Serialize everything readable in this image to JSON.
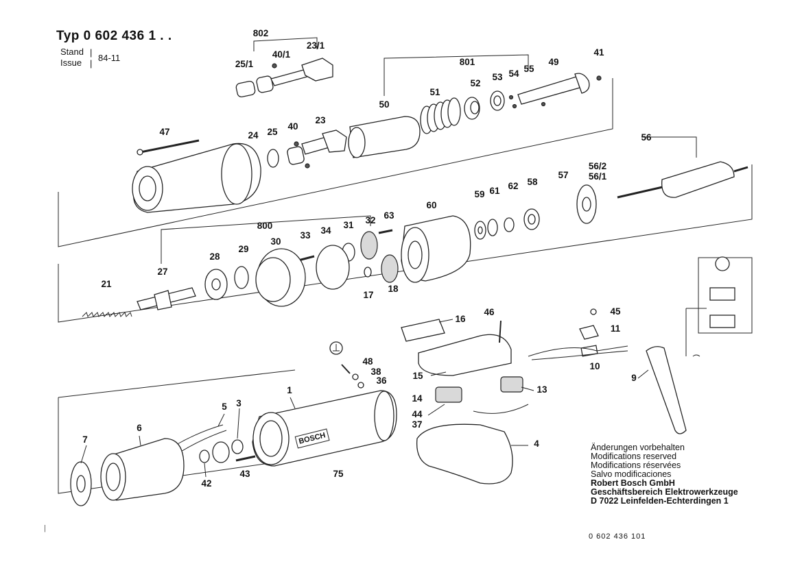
{
  "header": {
    "type_label": "Typ 0 602 436 1 . .",
    "stand_label": "Stand",
    "issue_label": "Issue",
    "date": "84-11",
    "separator": "|"
  },
  "part_numbers": [
    {
      "id": "802",
      "text": "802"
    },
    {
      "id": "23/1",
      "text": "23/1"
    },
    {
      "id": "40/1",
      "text": "40/1"
    },
    {
      "id": "25/1",
      "text": "25/1"
    },
    {
      "id": "801",
      "text": "801"
    },
    {
      "id": "41",
      "text": "41"
    },
    {
      "id": "49",
      "text": "49"
    },
    {
      "id": "54",
      "text": "54"
    },
    {
      "id": "55",
      "text": "55"
    },
    {
      "id": "53",
      "text": "53"
    },
    {
      "id": "52",
      "text": "52"
    },
    {
      "id": "51",
      "text": "51"
    },
    {
      "id": "50",
      "text": "50"
    },
    {
      "id": "47",
      "text": "47"
    },
    {
      "id": "24",
      "text": "24"
    },
    {
      "id": "25",
      "text": "25"
    },
    {
      "id": "40",
      "text": "40"
    },
    {
      "id": "23",
      "text": "23"
    },
    {
      "id": "56",
      "text": "56"
    },
    {
      "id": "56/2",
      "text": "56/2"
    },
    {
      "id": "56/1",
      "text": "56/1"
    },
    {
      "id": "57",
      "text": "57"
    },
    {
      "id": "58",
      "text": "58"
    },
    {
      "id": "62",
      "text": "62"
    },
    {
      "id": "61",
      "text": "61"
    },
    {
      "id": "59",
      "text": "59"
    },
    {
      "id": "60",
      "text": "60"
    },
    {
      "id": "63",
      "text": "63"
    },
    {
      "id": "32",
      "text": "32"
    },
    {
      "id": "31",
      "text": "31"
    },
    {
      "id": "34",
      "text": "34"
    },
    {
      "id": "33",
      "text": "33"
    },
    {
      "id": "800",
      "text": "800"
    },
    {
      "id": "30",
      "text": "30"
    },
    {
      "id": "29",
      "text": "29"
    },
    {
      "id": "28",
      "text": "28"
    },
    {
      "id": "27",
      "text": "27"
    },
    {
      "id": "21",
      "text": "21"
    },
    {
      "id": "17",
      "text": "17"
    },
    {
      "id": "18",
      "text": "18"
    },
    {
      "id": "16",
      "text": "16"
    },
    {
      "id": "46",
      "text": "46"
    },
    {
      "id": "45",
      "text": "45"
    },
    {
      "id": "11",
      "text": "11"
    },
    {
      "id": "10",
      "text": "10"
    },
    {
      "id": "15",
      "text": "15"
    },
    {
      "id": "48",
      "text": "48"
    },
    {
      "id": "38",
      "text": "38"
    },
    {
      "id": "36",
      "text": "36"
    },
    {
      "id": "14",
      "text": "14"
    },
    {
      "id": "13",
      "text": "13"
    },
    {
      "id": "44",
      "text": "44"
    },
    {
      "id": "37",
      "text": "37"
    },
    {
      "id": "9",
      "text": "9"
    },
    {
      "id": "1",
      "text": "1"
    },
    {
      "id": "4",
      "text": "4"
    },
    {
      "id": "5",
      "text": "5"
    },
    {
      "id": "3",
      "text": "3"
    },
    {
      "id": "6",
      "text": "6"
    },
    {
      "id": "7",
      "text": "7"
    },
    {
      "id": "42",
      "text": "42"
    },
    {
      "id": "43",
      "text": "43"
    },
    {
      "id": "75",
      "text": "75"
    }
  ],
  "housing_marking": "BOSCH",
  "notes": {
    "line1": "Änderungen vorbehalten",
    "line2": "Modifications reserved",
    "line3": "Modifications réservées",
    "line4": "Salvo modificaciones",
    "company": "Robert Bosch GmbH",
    "division": "Geschäftsbereich Elektrowerkzeuge",
    "address": "D 7022 Leinfelden-Echterdingen 1"
  },
  "document_number": "0 602 436 101",
  "edge_mark": "|"
}
